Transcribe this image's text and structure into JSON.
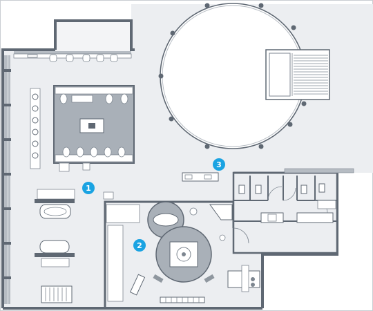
{
  "floorplan": {
    "colors": {
      "background": "#ffffff",
      "floor": "#eceef1",
      "wall": "#5f6873",
      "wall_light": "#b6bcc3",
      "fixture_fill": "#ffffff",
      "fixture_stroke": "#7d8690",
      "island": "#a9b0b8",
      "island_dark": "#8f979f",
      "marker": "#1aa3e2"
    },
    "markers": [
      {
        "id": "marker-1",
        "label": "1"
      },
      {
        "id": "marker-2",
        "label": "2"
      },
      {
        "id": "marker-3",
        "label": "3"
      }
    ]
  }
}
